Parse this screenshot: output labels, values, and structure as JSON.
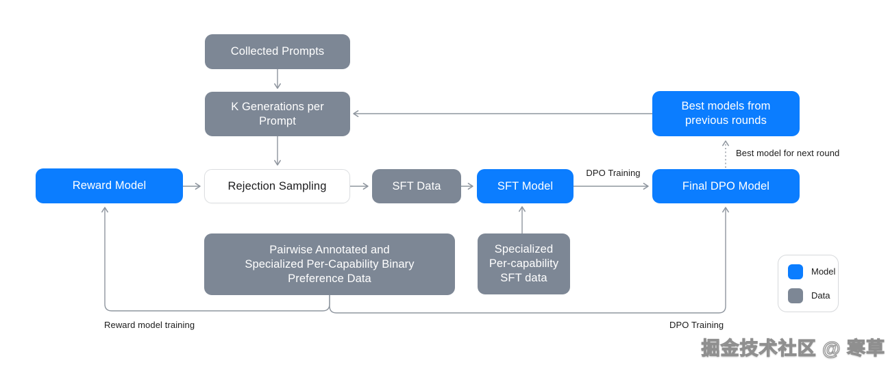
{
  "colors": {
    "model_blue": "#0b7dff",
    "data_gray": "#7d8795",
    "line_gray": "#8e959e",
    "label_text": "#1a1a1a",
    "plain_box_border": "#dcdee1"
  },
  "nodes": {
    "collected_prompts": {
      "label": "Collected Prompts",
      "type": "data"
    },
    "k_generations": {
      "label": "K Generations per\nPrompt",
      "type": "data"
    },
    "rejection_sampling": {
      "label": "Rejection Sampling",
      "type": "process"
    },
    "reward_model": {
      "label": "Reward Model",
      "type": "model"
    },
    "sft_data": {
      "label": "SFT Data",
      "type": "data"
    },
    "sft_model": {
      "label": "SFT Model",
      "type": "model"
    },
    "final_dpo_model": {
      "label": "Final DPO Model",
      "type": "model"
    },
    "best_models_previous_rounds": {
      "label": "Best models from\nprevious rounds",
      "type": "model"
    },
    "pairwise_preference_data": {
      "label": "Pairwise Annotated and\nSpecialized Per-Capability Binary\nPreference Data",
      "type": "data"
    },
    "specialized_sft_data": {
      "label": "Specialized\nPer-capability\nSFT data",
      "type": "data"
    }
  },
  "edge_labels": {
    "dpo_training_top": "DPO Training",
    "best_model_next_round": "Best model for next round",
    "reward_model_training": "Reward model training",
    "dpo_training_bottom": "DPO Training"
  },
  "legend": {
    "items": [
      {
        "label": "Model",
        "color": "#0b7dff"
      },
      {
        "label": "Data",
        "color": "#7d8795"
      }
    ]
  },
  "watermark": "掘金技术社区 @ 寒草"
}
